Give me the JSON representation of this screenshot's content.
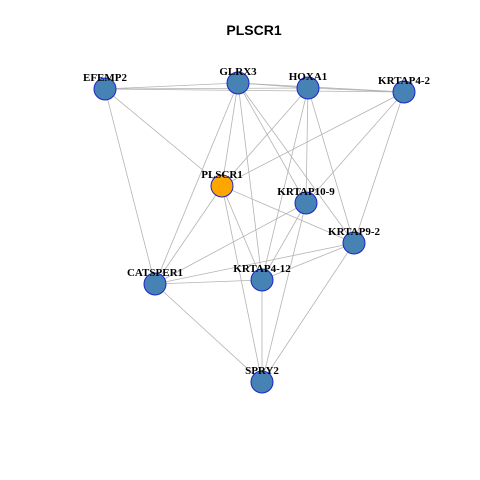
{
  "title": "PLSCR1",
  "colors": {
    "node_default": "#4682b4",
    "node_focus": "#ffa500",
    "node_border": "#1c24c8",
    "edge": "#b3b3b3"
  },
  "nodes": [
    {
      "id": "EFEMP2",
      "label": "EFEMP2"
    },
    {
      "id": "GLRX3",
      "label": "GLRX3"
    },
    {
      "id": "HOXA1",
      "label": "HOXA1"
    },
    {
      "id": "KRTAP4-2",
      "label": "KRTAP4-2"
    },
    {
      "id": "PLSCR1",
      "label": "PLSCR1",
      "focus": true
    },
    {
      "id": "KRTAP10-9",
      "label": "KRTAP10-9"
    },
    {
      "id": "KRTAP9-2",
      "label": "KRTAP9-2"
    },
    {
      "id": "CATSPER1",
      "label": "CATSPER1"
    },
    {
      "id": "KRTAP4-12",
      "label": "KRTAP4-12"
    },
    {
      "id": "SPRY2",
      "label": "SPRY2"
    }
  ],
  "edges": [
    [
      "EFEMP2",
      "GLRX3"
    ],
    [
      "EFEMP2",
      "HOXA1"
    ],
    [
      "EFEMP2",
      "KRTAP4-2"
    ],
    [
      "EFEMP2",
      "PLSCR1"
    ],
    [
      "EFEMP2",
      "CATSPER1"
    ],
    [
      "GLRX3",
      "HOXA1"
    ],
    [
      "GLRX3",
      "KRTAP4-2"
    ],
    [
      "GLRX3",
      "PLSCR1"
    ],
    [
      "GLRX3",
      "KRTAP10-9"
    ],
    [
      "GLRX3",
      "KRTAP9-2"
    ],
    [
      "GLRX3",
      "KRTAP4-12"
    ],
    [
      "GLRX3",
      "CATSPER1"
    ],
    [
      "HOXA1",
      "KRTAP4-2"
    ],
    [
      "HOXA1",
      "PLSCR1"
    ],
    [
      "HOXA1",
      "KRTAP10-9"
    ],
    [
      "HOXA1",
      "KRTAP9-2"
    ],
    [
      "HOXA1",
      "KRTAP4-12"
    ],
    [
      "KRTAP4-2",
      "PLSCR1"
    ],
    [
      "KRTAP4-2",
      "KRTAP10-9"
    ],
    [
      "KRTAP4-2",
      "KRTAP9-2"
    ],
    [
      "PLSCR1",
      "KRTAP9-2"
    ],
    [
      "PLSCR1",
      "CATSPER1"
    ],
    [
      "PLSCR1",
      "KRTAP4-12"
    ],
    [
      "PLSCR1",
      "SPRY2"
    ],
    [
      "KRTAP10-9",
      "CATSPER1"
    ],
    [
      "KRTAP10-9",
      "KRTAP4-12"
    ],
    [
      "KRTAP10-9",
      "SPRY2"
    ],
    [
      "KRTAP9-2",
      "CATSPER1"
    ],
    [
      "KRTAP9-2",
      "KRTAP4-12"
    ],
    [
      "KRTAP9-2",
      "SPRY2"
    ],
    [
      "CATSPER1",
      "KRTAP4-12"
    ],
    [
      "CATSPER1",
      "SPRY2"
    ],
    [
      "KRTAP4-12",
      "SPRY2"
    ]
  ]
}
